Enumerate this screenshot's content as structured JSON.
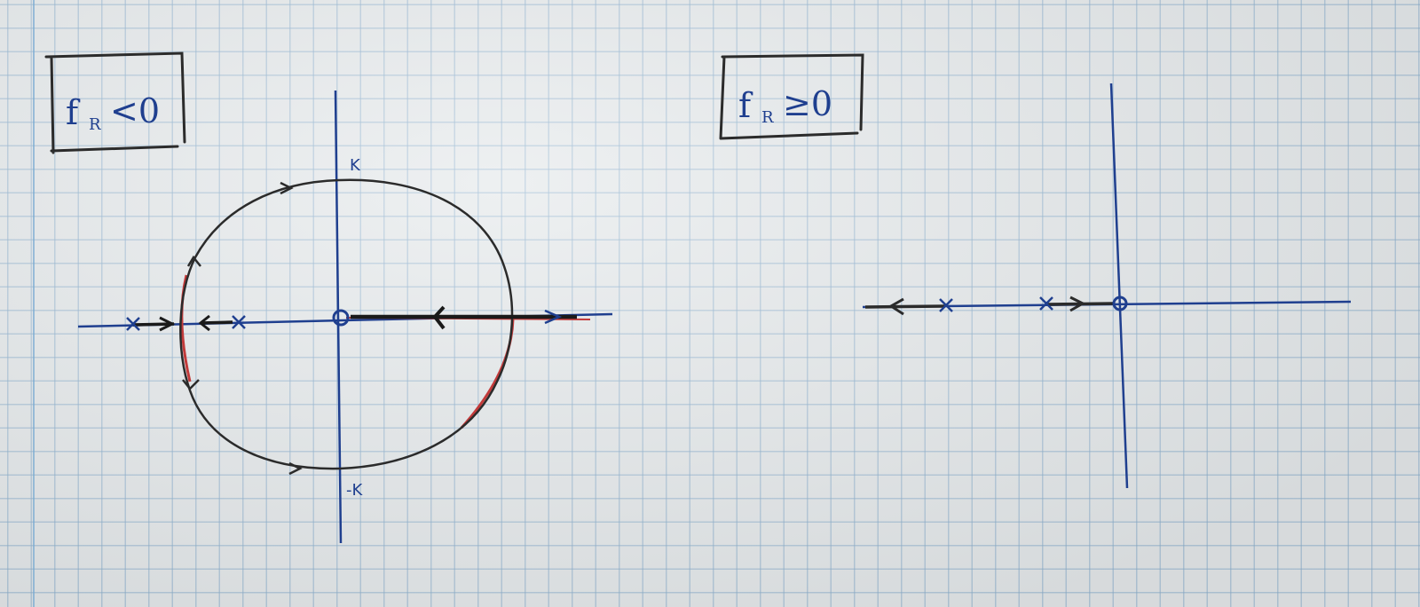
{
  "left_panel": {
    "label_main": "f",
    "label_sub": "R",
    "label_rel": "<0",
    "axis_top_label": "K",
    "axis_bottom_label": "-K"
  },
  "right_panel": {
    "label_main": "f",
    "label_sub": "R",
    "label_rel": "≥0"
  },
  "colors": {
    "ink_blue": "#1f3f8f",
    "ink_black": "#2b2b2b",
    "ink_red": "#c23a3a",
    "grid": "#8cafcd"
  }
}
